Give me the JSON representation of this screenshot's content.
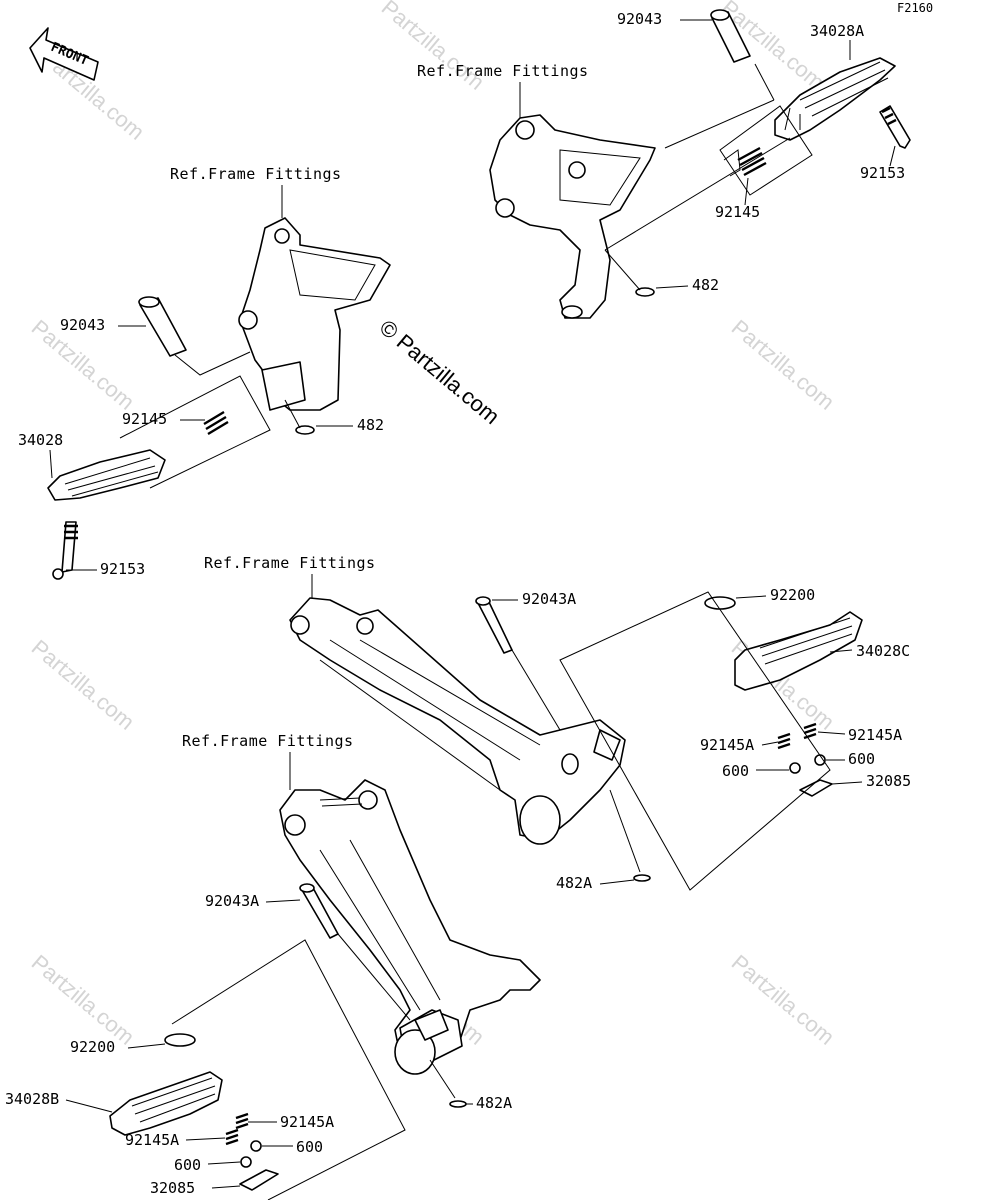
{
  "figure_code": "F2160",
  "front_arrow_label": "FRONT",
  "watermark": {
    "text": "Partzilla.com",
    "center_text": "© Partzilla.com"
  },
  "ref_labels": {
    "top_right": "Ref.Frame Fittings",
    "top_left": "Ref.Frame Fittings",
    "mid_right": "Ref.Frame Fittings",
    "mid_left": "Ref.Frame Fittings"
  },
  "parts": {
    "p92043_a": "92043",
    "p34028A": "34028A",
    "p92153_a": "92153",
    "p92145_a": "92145",
    "p482_a": "482",
    "p92043_b": "92043",
    "p92145_b": "92145",
    "p482_b": "482",
    "p34028": "34028",
    "p92153_b": "92153",
    "p92043A_a": "92043A",
    "p92200_a": "92200",
    "p34028C": "34028C",
    "p92145A_a": "92145A",
    "p92145A_b": "92145A",
    "p600_a": "600",
    "p600_b": "600",
    "p32085_a": "32085",
    "p482A_a": "482A",
    "p92043A_b": "92043A",
    "p92200_b": "92200",
    "p34028B": "34028B",
    "p92145A_c": "92145A",
    "p92145A_d": "92145A",
    "p600_c": "600",
    "p600_d": "600",
    "p32085_b": "32085",
    "p482A_b": "482A"
  }
}
